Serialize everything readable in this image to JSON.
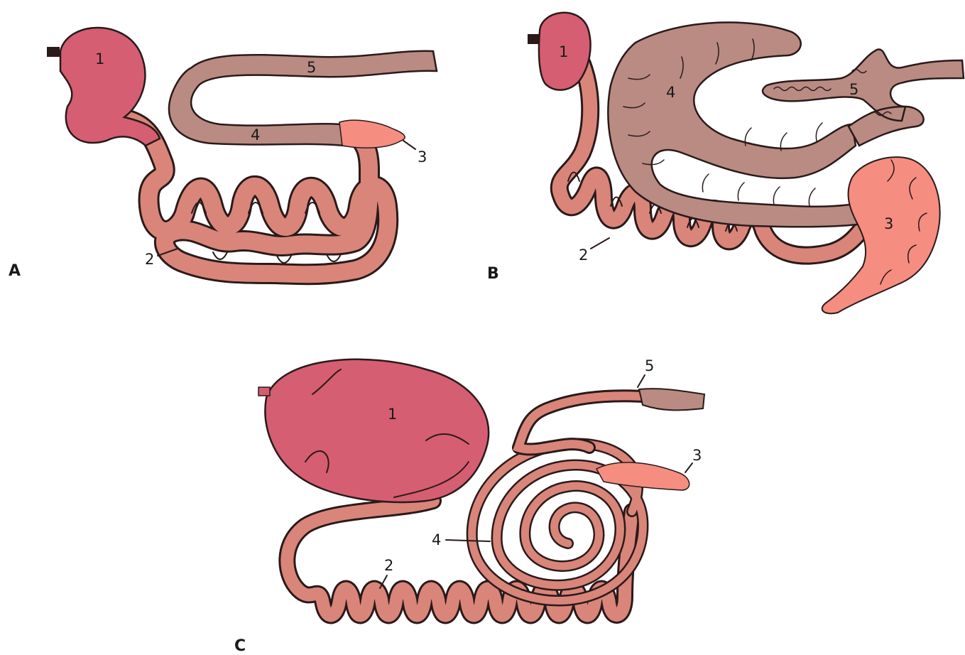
{
  "colors": {
    "stomach": "#d55e72",
    "small_intestine": "#d9857a",
    "cecum": "#f58d80",
    "large_intestine": "#b98b83",
    "outline": "#2a1a1a"
  },
  "panels": [
    {
      "letter": "A",
      "labels": {
        "stomach": "1",
        "small_intestine": "2",
        "cecum": "3",
        "colon": "4",
        "rectum": "5"
      }
    },
    {
      "letter": "B",
      "labels": {
        "stomach": "1",
        "small_intestine": "2",
        "cecum": "3",
        "colon": "4",
        "rectum": "5"
      }
    },
    {
      "letter": "C",
      "labels": {
        "stomach": "1",
        "small_intestine": "2",
        "cecum": "3",
        "colon": "4",
        "rectum": "5"
      }
    }
  ]
}
